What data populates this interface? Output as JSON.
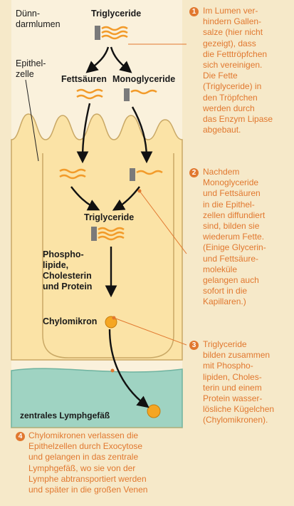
{
  "labels": {
    "lumen": "Dünn-\ndarmlumen",
    "cell": "Epithel-\nzelle",
    "triglyceride_top": "Triglyceride",
    "fatty_acids": "Fettsäuren",
    "monoglycerides": "Monoglyceride",
    "triglyceride_mid": "Triglyceride",
    "phospholipids": "Phospho-\nlipide,\nCholesterin\nund Protein",
    "chylomicron": "Chylomikron",
    "lymph_vessel": "zentrales Lymphgefäß"
  },
  "steps": [
    {
      "number": "1",
      "text": "Im Lumen ver-\nhindern Gallen-\nsalze (hier nicht\ngezeigt), dass\ndie Fetttröpfchen\nsich vereinigen.\nDie Fette\n(Triglyceride) in\nden Tröpfchen\nwerden durch\ndas Enzym Lipase\nabgebaut."
    },
    {
      "number": "2",
      "text": "Nachdem\nMonoglyceride\nund Fettsäuren\nin die Epithel-\nzellen diffundiert\nsind, bilden sie\nwiederum Fette.\n(Einige Glycerin-\nund Fettsäure-\nmoleküle\ngelangen auch\nsofort in die\nKapillaren.)"
    },
    {
      "number": "3",
      "text": "Triglyceride\nbilden zusammen\nmit Phospho-\nlipiden, Choles-\nterin und einem\nProtein wasser-\nlösliche Kügelchen\n(Chylomikronen)."
    },
    {
      "number": "4",
      "text": "Chylomikronen verlassen die\nEpithelzellen durch Exocytose\nund gelangen in das zentrale\nLymphgefäß, wo sie von der\nLymphe abtransportiert werden\nund später in die großen Venen"
    }
  ],
  "colors": {
    "cell_fill": "#fbe3a6",
    "lumen_fill": "#faf1dc",
    "note_text": "#e1782f",
    "lymph": "#9fd3c2",
    "molecule_wave": "#f29b2a",
    "glycerol_bar": "#7a7a7a",
    "chylomicron": "#f5a623"
  }
}
